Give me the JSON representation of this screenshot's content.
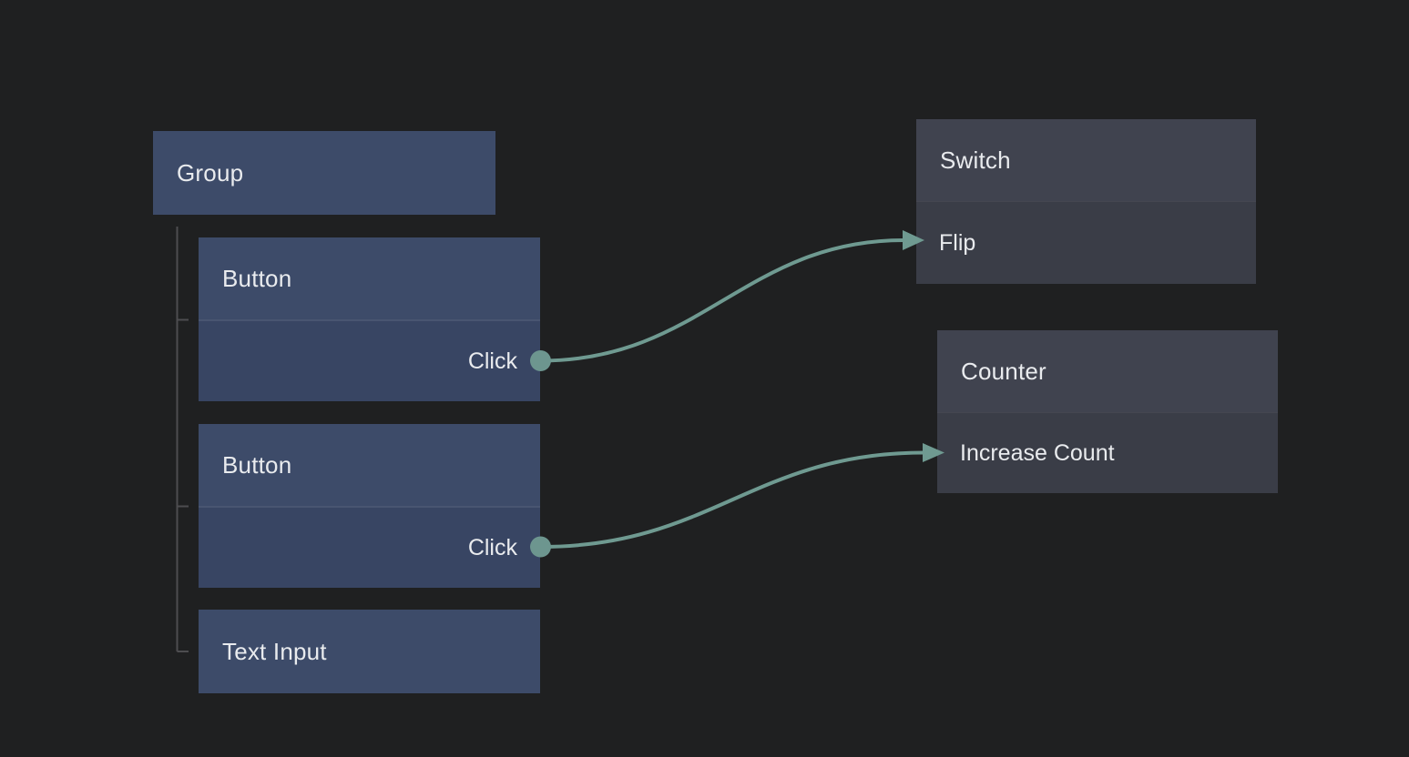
{
  "canvas": {
    "background": "#1f2021"
  },
  "colors": {
    "canvas_bg": "#1f2021",
    "accent_wire": "#6f9a91",
    "port_dot": "#6d968f",
    "node_blue_header": "#3d4b69",
    "node_blue_body": "#384563",
    "node_gray_header": "#40434f",
    "node_gray_body": "#3a3d47",
    "tree_line": "#4d4d50",
    "text": "#e9ebee"
  },
  "nodes": [
    {
      "title": "Group",
      "variant": "blue",
      "ports": []
    },
    {
      "title": "Button",
      "variant": "blue",
      "ports": [
        {
          "label": "Click",
          "direction": "output"
        }
      ]
    },
    {
      "title": "Button",
      "variant": "blue",
      "ports": [
        {
          "label": "Click",
          "direction": "output"
        }
      ]
    },
    {
      "title": "Text Input",
      "variant": "blue",
      "ports": []
    },
    {
      "title": "Switch",
      "variant": "gray",
      "ports": [
        {
          "label": "Flip",
          "direction": "input"
        }
      ]
    },
    {
      "title": "Counter",
      "variant": "gray",
      "ports": [
        {
          "label": "Increase Count",
          "direction": "input"
        }
      ]
    }
  ],
  "edges": [
    {
      "from_node": "Button",
      "from_port": "Click",
      "to_node": "Switch",
      "to_port": "Flip"
    },
    {
      "from_node": "Button",
      "from_port": "Click",
      "to_node": "Counter",
      "to_port": "Increase Count"
    }
  ]
}
